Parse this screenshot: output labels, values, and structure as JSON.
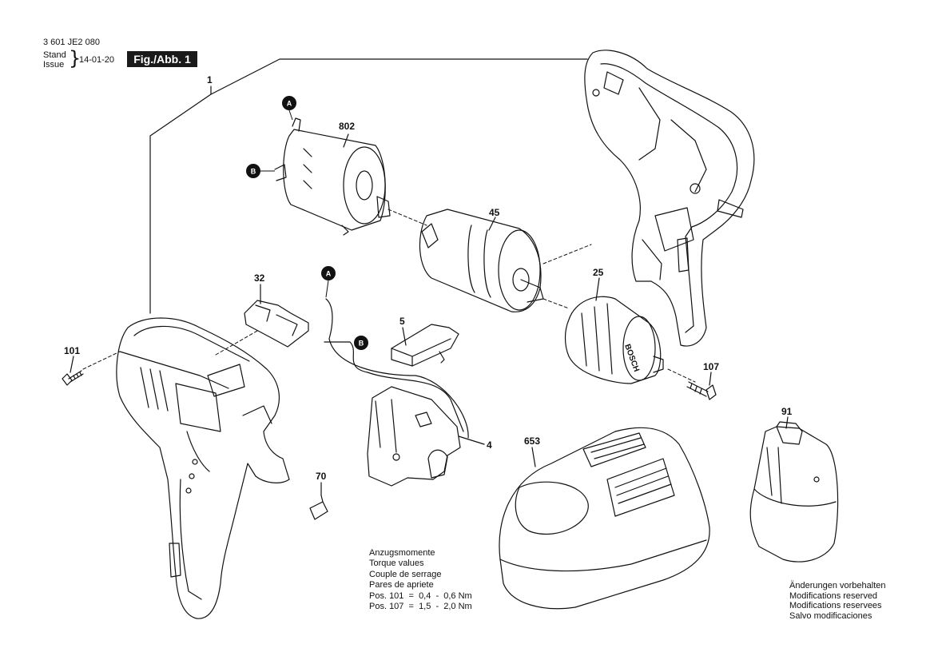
{
  "header": {
    "doc_number": "3 601 JE2 080",
    "stand_label": "Stand",
    "issue_label": "Issue",
    "date": "14-01-20",
    "figure_label": "Fig./Abb. 1"
  },
  "parts": {
    "p1": "1",
    "p802": "802",
    "p45": "45",
    "p25": "25",
    "p32": "32",
    "p5": "5",
    "p4": "4",
    "p101": "101",
    "p107": "107",
    "p70": "70",
    "p653": "653",
    "p91": "91"
  },
  "markers": {
    "a": "A",
    "b": "B"
  },
  "brand_text": "BOSCH",
  "torque": {
    "line1": "Anzugsmomente",
    "line2": "Torque values",
    "line3": "Couple de serrage",
    "line4": "Pares de apriete",
    "line5": "Pos. 101  =  0,4  -  0,6 Nm",
    "line6": "Pos. 107  =  1,5  -  2,0 Nm"
  },
  "modifications": {
    "line1": "Änderungen vorbehalten",
    "line2": "Modifications reserved",
    "line3": "Modifications reservees",
    "line4": "Salvo modificaciones"
  }
}
